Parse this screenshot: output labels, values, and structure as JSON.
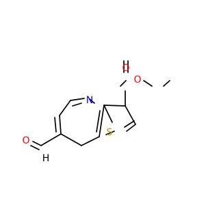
{
  "molecule": {
    "atoms": [
      {
        "id": "Oc",
        "symbol": "O",
        "color": "#ff0000"
      },
      {
        "id": "Oe",
        "symbol": "O",
        "color": "#ff0000"
      },
      {
        "id": "Oa",
        "symbol": "O",
        "color": "#ff0000"
      },
      {
        "id": "N",
        "symbol": "N",
        "color": "#0000ff"
      },
      {
        "id": "S",
        "symbol": "S",
        "color": "#b8a000"
      },
      {
        "id": "H",
        "symbol": "H",
        "color": "#000000"
      }
    ],
    "bond_color": "#000000"
  }
}
